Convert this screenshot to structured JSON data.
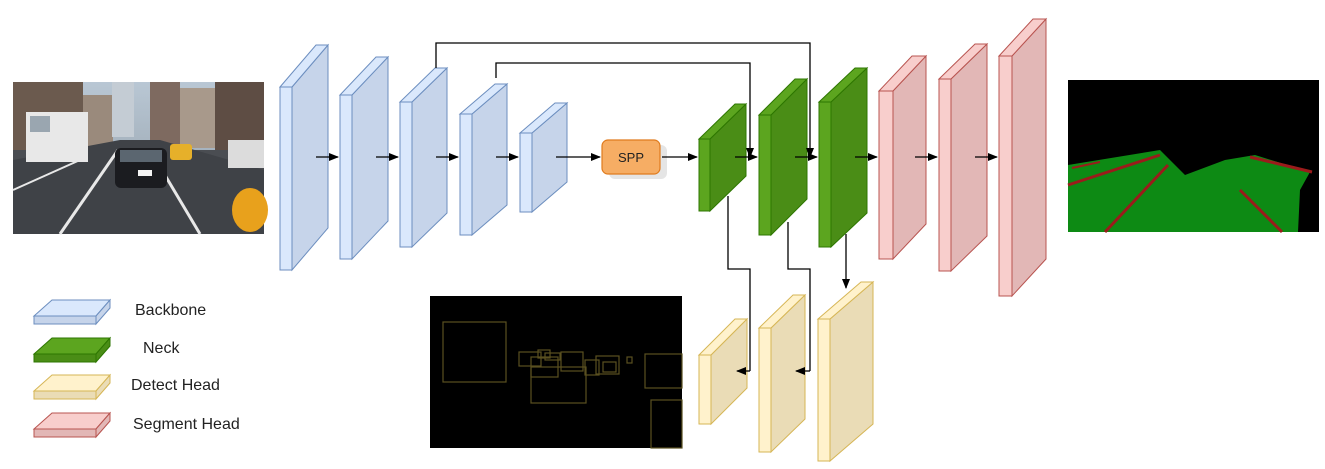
{
  "diagram": {
    "spp_label": "SPP",
    "colors": {
      "backbone_front": "#dae8fc",
      "backbone_side": "#c6d4ea",
      "backbone_stroke": "#6c8ebf",
      "neck_front": "#5ca51f",
      "neck_side": "#4a8d16",
      "neck_stroke": "#2d7600",
      "detect_front": "#fff2cc",
      "detect_side": "#eadcb6",
      "detect_stroke": "#d6b656",
      "segment_front": "#f8cecc",
      "segment_side": "#e2b7b6",
      "segment_stroke": "#b85450",
      "spp_fill": "#f6ad64",
      "spp_stroke": "#e07b1d",
      "road_green": "#0d8a14",
      "lane_red": "#9b1b1b",
      "box_outline": "#5a5020"
    }
  },
  "legend": {
    "items": [
      {
        "label": "Backbone",
        "kind": "backbone"
      },
      {
        "label": "Neck",
        "kind": "neck"
      },
      {
        "label": "Detect Head",
        "kind": "detect"
      },
      {
        "label": "Segment Head",
        "kind": "segment"
      }
    ]
  }
}
